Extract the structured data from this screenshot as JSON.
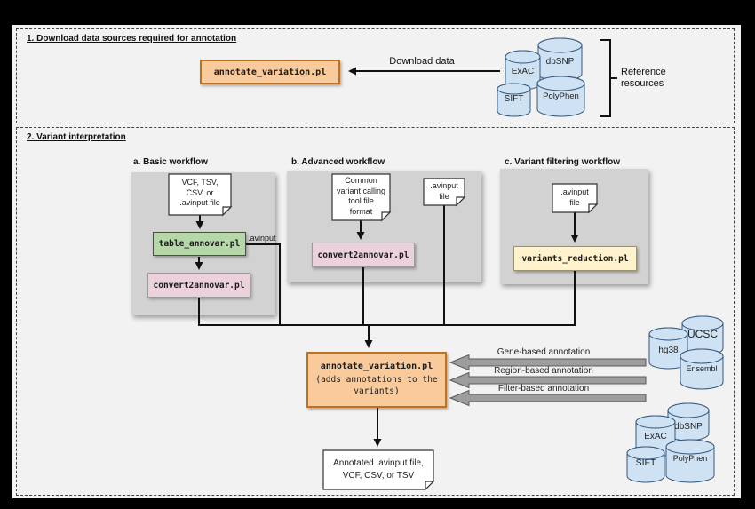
{
  "s1": {
    "title": "1. Download data sources required for annotation",
    "tool": "annotate_variation.pl",
    "download_label": "Download data",
    "db_exac": "ExAC",
    "db_dbsnp": "dbSNP",
    "db_sift": "SIFT",
    "db_polyphen": "PolyPhen",
    "bracket_label": "Reference resources"
  },
  "s2": {
    "title": "2. Variant interpretation",
    "a": {
      "header": "a. Basic workflow",
      "input_doc": "VCF, TSV,\nCSV, or\n.avinput file",
      "tool1": "table_annovar.pl",
      "avinput_label": ".avinput",
      "tool2": "convert2annovar.pl"
    },
    "b": {
      "header": "b. Advanced workflow",
      "input_doc": "Common\nvariant calling\ntool file\nformat",
      "tool": "convert2annovar.pl",
      "avinput_doc": ".avinput\nfile"
    },
    "c": {
      "header": "c. Variant filtering workflow",
      "input_doc": ".avinput\nfile",
      "tool": "variants_reduction.pl"
    },
    "center": {
      "tool": "annotate_variation.pl",
      "subtitle": "(adds annotations to the\nvariants)",
      "ann_gene": "Gene-based annotation",
      "ann_region": "Region-based annotation",
      "ann_filter": "Filter-based annotation",
      "output_doc": "Annotated .avinput file,\nVCF, CSV, or TSV"
    },
    "dbs_top": {
      "hg38": "hg38",
      "ucsc": "UCSC",
      "ensembl": "Ensembl"
    },
    "dbs_bottom": {
      "dbsnp": "dbSNP",
      "exac": "ExAC",
      "sift": "SIFT",
      "polyphen": "PolyPhen"
    }
  },
  "colors": {
    "orange_fill": "#f9cb9c",
    "green_fill": "#b6d7a8",
    "pink_fill": "#ead1dc",
    "yellow_fill": "#fff2cc",
    "cylinder_fill": "#cfe2f3",
    "panel_gray": "#d2d2d2"
  }
}
